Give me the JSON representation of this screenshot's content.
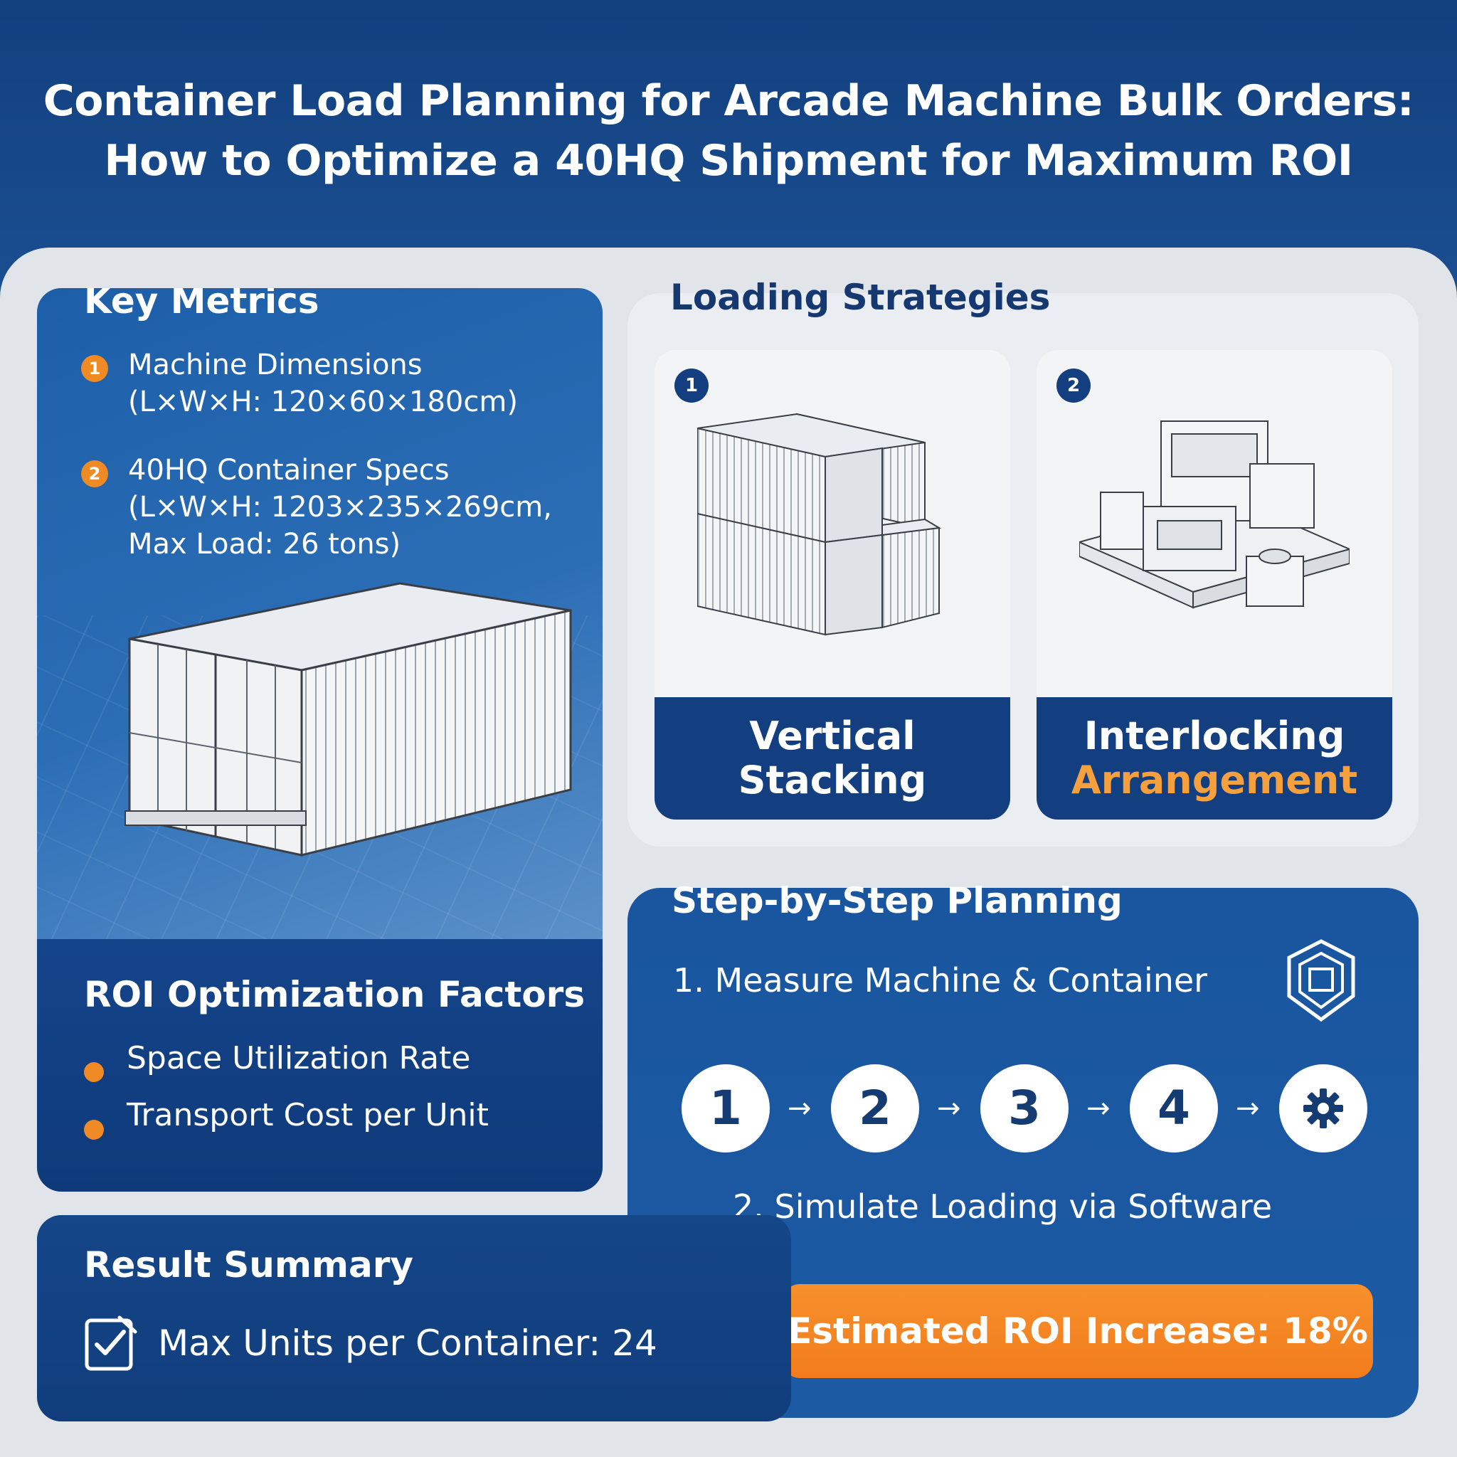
{
  "title": {
    "line1": "Container Load Planning for Arcade Machine Bulk Orders:",
    "line2": "How to Optimize a 40HQ Shipment for Maximum ROI"
  },
  "key_metrics": {
    "heading": "Key Metrics",
    "items": [
      {
        "num": "1",
        "text": "Machine Dimensions\n(L×W×H: 120×60×180cm)"
      },
      {
        "num": "2",
        "text": "40HQ Container Specs\n(L×W×H: 1203×235×269cm,\nMax Load: 26 tons)"
      }
    ]
  },
  "roi_factors": {
    "heading": "ROI Optimization Factors",
    "items": [
      "Space Utilization Rate",
      "Transport Cost per Unit"
    ]
  },
  "loading_strategies": {
    "heading": "Loading Strategies",
    "cards": [
      {
        "num": "1",
        "line1": "Vertical",
        "line2": "Stacking"
      },
      {
        "num": "2",
        "line1": "Interlocking",
        "line2": "Arrangement"
      }
    ]
  },
  "step_planning": {
    "heading": "Step-by-Step Planning",
    "step1": "1. Measure Machine & Container",
    "step2": "2. Simulate Loading via Software",
    "circles": [
      "1",
      "2",
      "3",
      "4"
    ],
    "arrow": "→"
  },
  "roi_button": {
    "label": "Estimated ROI Increase: 18%"
  },
  "result_summary": {
    "heading": "Result Summary",
    "max_units": "Max Units per Container: 24"
  },
  "colors": {
    "navy": "#133f80",
    "accent": "#f08a24"
  }
}
